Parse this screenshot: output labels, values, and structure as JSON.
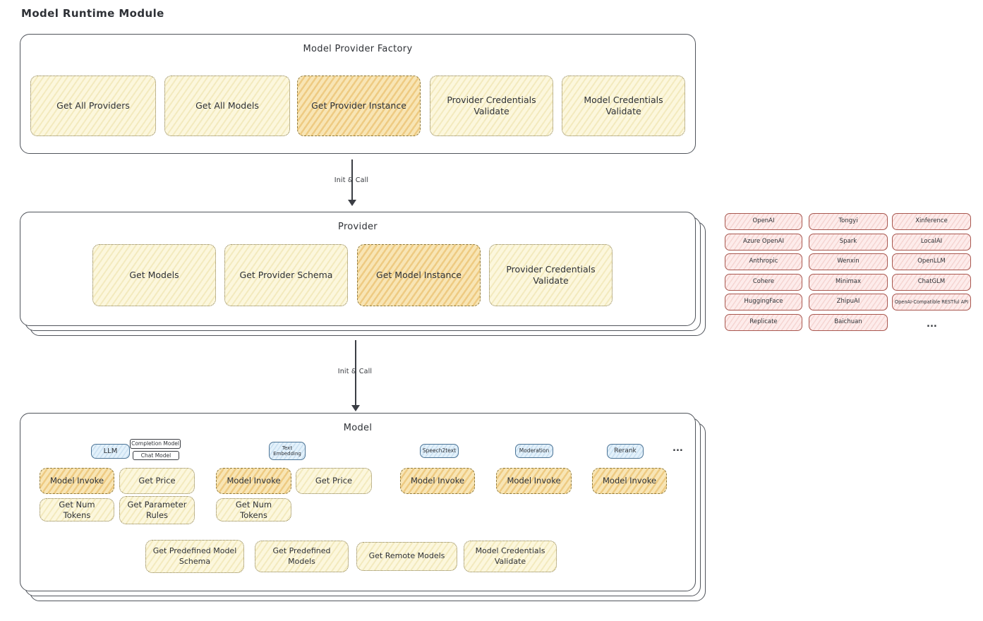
{
  "title": "Model Runtime Module",
  "colors": {
    "yellow_fill": "#fcf7dd",
    "orange_fill": "#f8e5b5",
    "pink_fill": "#fdeceb",
    "blue_fill": "#e3f1fb",
    "stroke": "#50545b"
  },
  "factory": {
    "title": "Model Provider Factory",
    "buttons": [
      {
        "label": "Get All Providers",
        "variant": "yellow"
      },
      {
        "label": "Get All Models",
        "variant": "yellow"
      },
      {
        "label": "Get Provider Instance",
        "variant": "orange"
      },
      {
        "label": "Provider Credentials Validate",
        "variant": "yellow"
      },
      {
        "label": "Model Credentials Validate",
        "variant": "yellow"
      }
    ]
  },
  "connectors": [
    {
      "label": "Init & Call"
    },
    {
      "label": "Init & Call"
    }
  ],
  "provider": {
    "title": "Provider",
    "buttons": [
      {
        "label": "Get Models",
        "variant": "yellow"
      },
      {
        "label": "Get Provider Schema",
        "variant": "yellow"
      },
      {
        "label": "Get Model Instance",
        "variant": "orange"
      },
      {
        "label": "Provider Credentials Validate",
        "variant": "yellow"
      }
    ]
  },
  "provider_list": {
    "columns": [
      [
        "OpenAI",
        "Azure OpenAI",
        "Anthropic",
        "Cohere",
        "HuggingFace",
        "Replicate"
      ],
      [
        "Tongyi",
        "Spark",
        "Wenxin",
        "Minimax",
        "ZhipuAI",
        "Baichuan"
      ],
      [
        "Xinference",
        "LocalAI",
        "OpenLLM",
        "ChatGLM",
        "OpenAI-Compatible RESTful API"
      ]
    ],
    "more": "..."
  },
  "model": {
    "title": "Model",
    "types": {
      "llm": "LLM",
      "completion": "Completion Model",
      "chat": "Chat Model",
      "embedding": "Text Embedding",
      "speech2text": "Speech2text",
      "moderation": "Moderation",
      "rerank": "Rerank",
      "more": "..."
    },
    "llm": {
      "invoke": "Model Invoke",
      "price": "Get Price",
      "tokens": "Get Num Tokens",
      "rules": "Get Parameter Rules"
    },
    "embedding": {
      "invoke": "Model Invoke",
      "price": "Get Price",
      "tokens": "Get Num Tokens"
    },
    "speech2text": {
      "invoke": "Model Invoke"
    },
    "moderation": {
      "invoke": "Model Invoke"
    },
    "rerank": {
      "invoke": "Model Invoke"
    },
    "bottom": [
      "Get Predefined Model Schema",
      "Get Predefined Models",
      "Get Remote Models",
      "Model Credentials Validate"
    ]
  }
}
